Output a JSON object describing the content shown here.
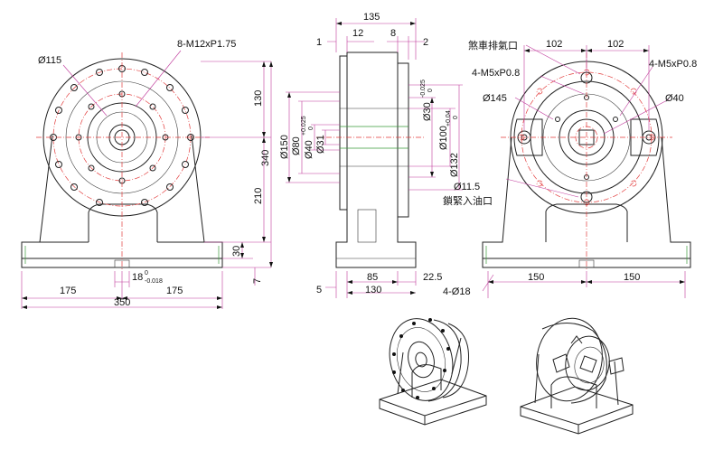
{
  "front": {
    "d115": "Ø115",
    "thread": "8-M12xP1.75",
    "h130": "130",
    "h340": "340",
    "h210": "210",
    "h30": "30",
    "w175l": "175",
    "w175r": "175",
    "w350": "350",
    "slot": "18",
    "slot_tol_top": "0",
    "slot_tol_bot": "-0.018",
    "side7": "7"
  },
  "side": {
    "w135": "135",
    "w1": "1",
    "w12": "12",
    "w8": "8",
    "w2": "2",
    "d150": "Ø150",
    "d80": "Ø80",
    "d40": "Ø40",
    "d40_tol_top": "+0.025",
    "d40_tol_bot": "0",
    "d31": "Ø31",
    "d30": "Ø30",
    "d30_tol_top": "-0.025",
    "d30_tol_bot": "0",
    "d100": "Ø100",
    "d132": "Ø132",
    "d132_tol_top": "+0.04",
    "d132_tol_bot": "0",
    "b85": "85",
    "b22_5": "22.5",
    "b5": "5",
    "b130": "130"
  },
  "rear": {
    "brake_vent": "煞車排氣口",
    "w102l": "102",
    "w102r": "102",
    "m5_left": "4-M5xP0.8",
    "m5_right": "4-M5xP0.8",
    "d145": "Ø145",
    "d40": "Ø40",
    "d11_5": "Ø11.5",
    "lock_oil": "鎖緊入油口",
    "w150l": "150",
    "w150r": "150",
    "holes": "4-Ø18"
  }
}
